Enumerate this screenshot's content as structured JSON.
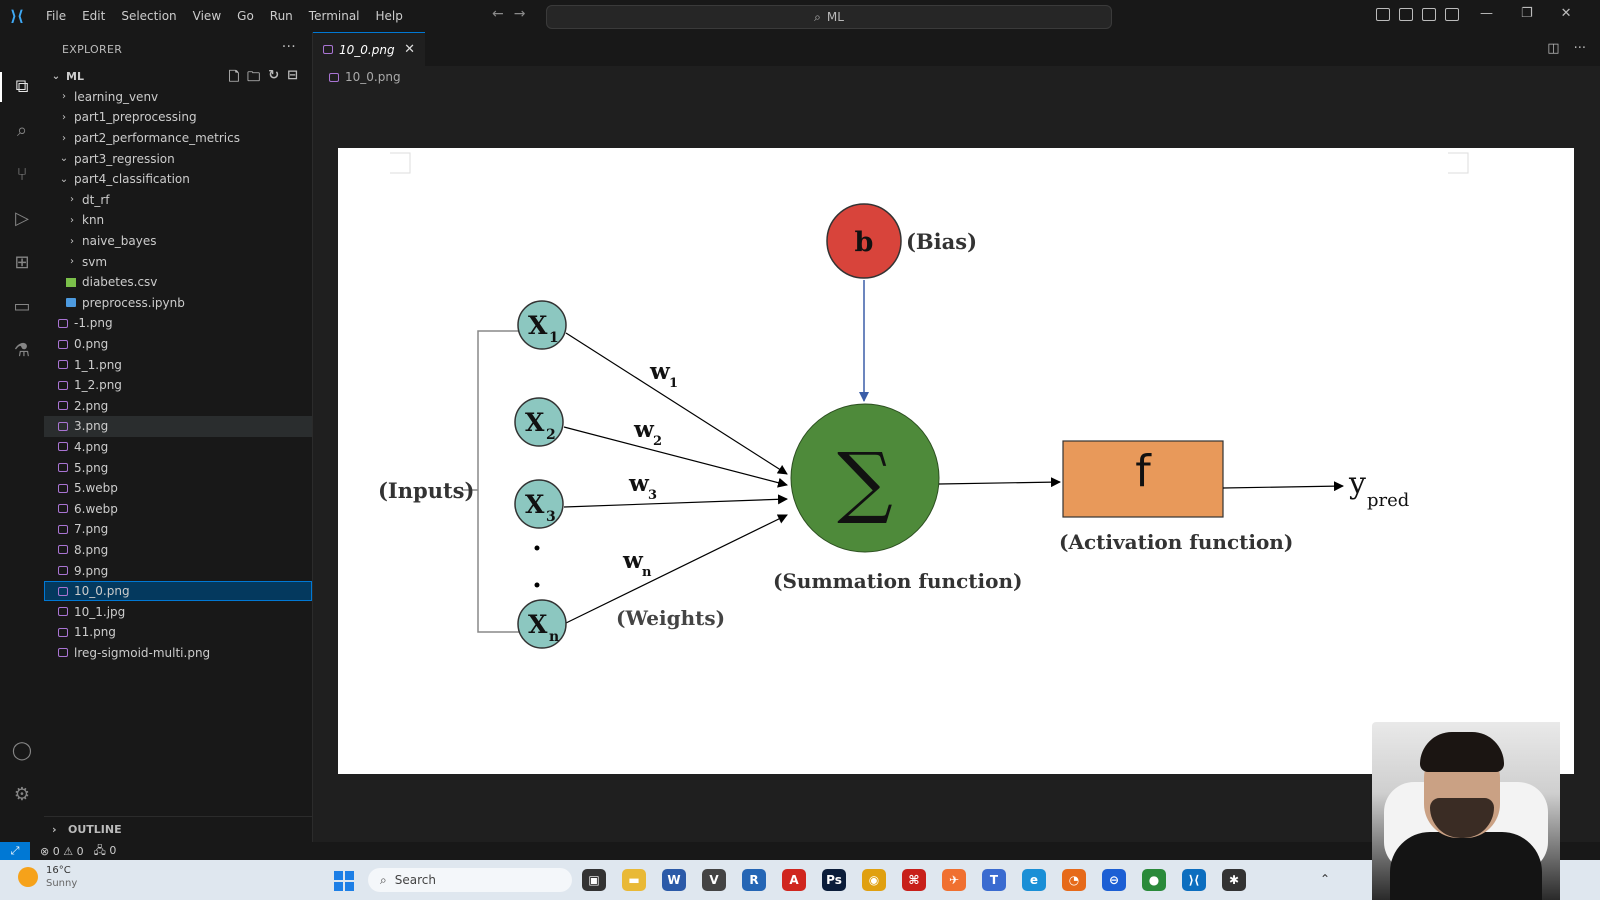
{
  "window": {
    "menu": [
      "File",
      "Edit",
      "Selection",
      "View",
      "Go",
      "Run",
      "Terminal",
      "Help"
    ],
    "command_center": "ML"
  },
  "sidebar": {
    "title": "EXPLORER",
    "root": "ML",
    "items": [
      {
        "label": "learning_venv",
        "depth": 1,
        "type": "folder",
        "open": false
      },
      {
        "label": "part1_preprocessing",
        "depth": 1,
        "type": "folder",
        "open": false
      },
      {
        "label": "part2_performance_metrics",
        "depth": 1,
        "type": "folder",
        "open": false
      },
      {
        "label": "part3_regression",
        "depth": 1,
        "type": "folder",
        "open": true
      },
      {
        "label": "part4_classification",
        "depth": 1,
        "type": "folder",
        "open": true
      },
      {
        "label": "dt_rf",
        "depth": 2,
        "type": "folder",
        "open": false
      },
      {
        "label": "knn",
        "depth": 2,
        "type": "folder",
        "open": false
      },
      {
        "label": "naive_bayes",
        "depth": 2,
        "type": "folder",
        "open": false
      },
      {
        "label": "svm",
        "depth": 2,
        "type": "folder",
        "open": false
      },
      {
        "label": "diabetes.csv",
        "depth": 2,
        "type": "csv"
      },
      {
        "label": "preprocess.ipynb",
        "depth": 2,
        "type": "nb"
      },
      {
        "label": "-1.png",
        "depth": 1,
        "type": "png"
      },
      {
        "label": "0.png",
        "depth": 1,
        "type": "png"
      },
      {
        "label": "1_1.png",
        "depth": 1,
        "type": "png"
      },
      {
        "label": "1_2.png",
        "depth": 1,
        "type": "png"
      },
      {
        "label": "2.png",
        "depth": 1,
        "type": "png"
      },
      {
        "label": "3.png",
        "depth": 1,
        "type": "png",
        "hover": true
      },
      {
        "label": "4.png",
        "depth": 1,
        "type": "png"
      },
      {
        "label": "5.png",
        "depth": 1,
        "type": "png"
      },
      {
        "label": "5.webp",
        "depth": 1,
        "type": "png"
      },
      {
        "label": "6.webp",
        "depth": 1,
        "type": "png"
      },
      {
        "label": "7.png",
        "depth": 1,
        "type": "png"
      },
      {
        "label": "8.png",
        "depth": 1,
        "type": "png"
      },
      {
        "label": "9.png",
        "depth": 1,
        "type": "png"
      },
      {
        "label": "10_0.png",
        "depth": 1,
        "type": "png",
        "selected": true
      },
      {
        "label": "10_1.jpg",
        "depth": 1,
        "type": "png"
      },
      {
        "label": "11.png",
        "depth": 1,
        "type": "png"
      },
      {
        "label": "lreg-sigmoid-multi.png",
        "depth": 1,
        "type": "png"
      }
    ],
    "outline_label": "OUTLINE"
  },
  "editor": {
    "tab_label": "10_0.png",
    "breadcrumb": "10_0.png"
  },
  "diagram": {
    "bias_symbol": "b",
    "bias_label": "(Bias)",
    "inputs_label": "(Inputs)",
    "x_symbol": "X",
    "input_subscripts": [
      "1",
      "2",
      "3",
      "n"
    ],
    "w_symbol": "w",
    "weights_label": "(Weights)",
    "sigma": "∑",
    "summation_label": "(Summation function)",
    "activation_symbol": "f",
    "activation_label": "(Activation function)",
    "output_symbol": "y",
    "output_subscript": "pred",
    "colors": {
      "bias": "#d8443b",
      "input": "#8cc7c0",
      "summation": "#4e8a3a",
      "activation": "#e8995a",
      "bias_arrow": "#3b5ea8"
    }
  },
  "status": {
    "problems": "⊗ 0 ⚠ 0",
    "ports": "🖧 0"
  },
  "taskbar": {
    "temperature": "16°C",
    "condition": "Sunny",
    "search_placeholder": "Search"
  }
}
